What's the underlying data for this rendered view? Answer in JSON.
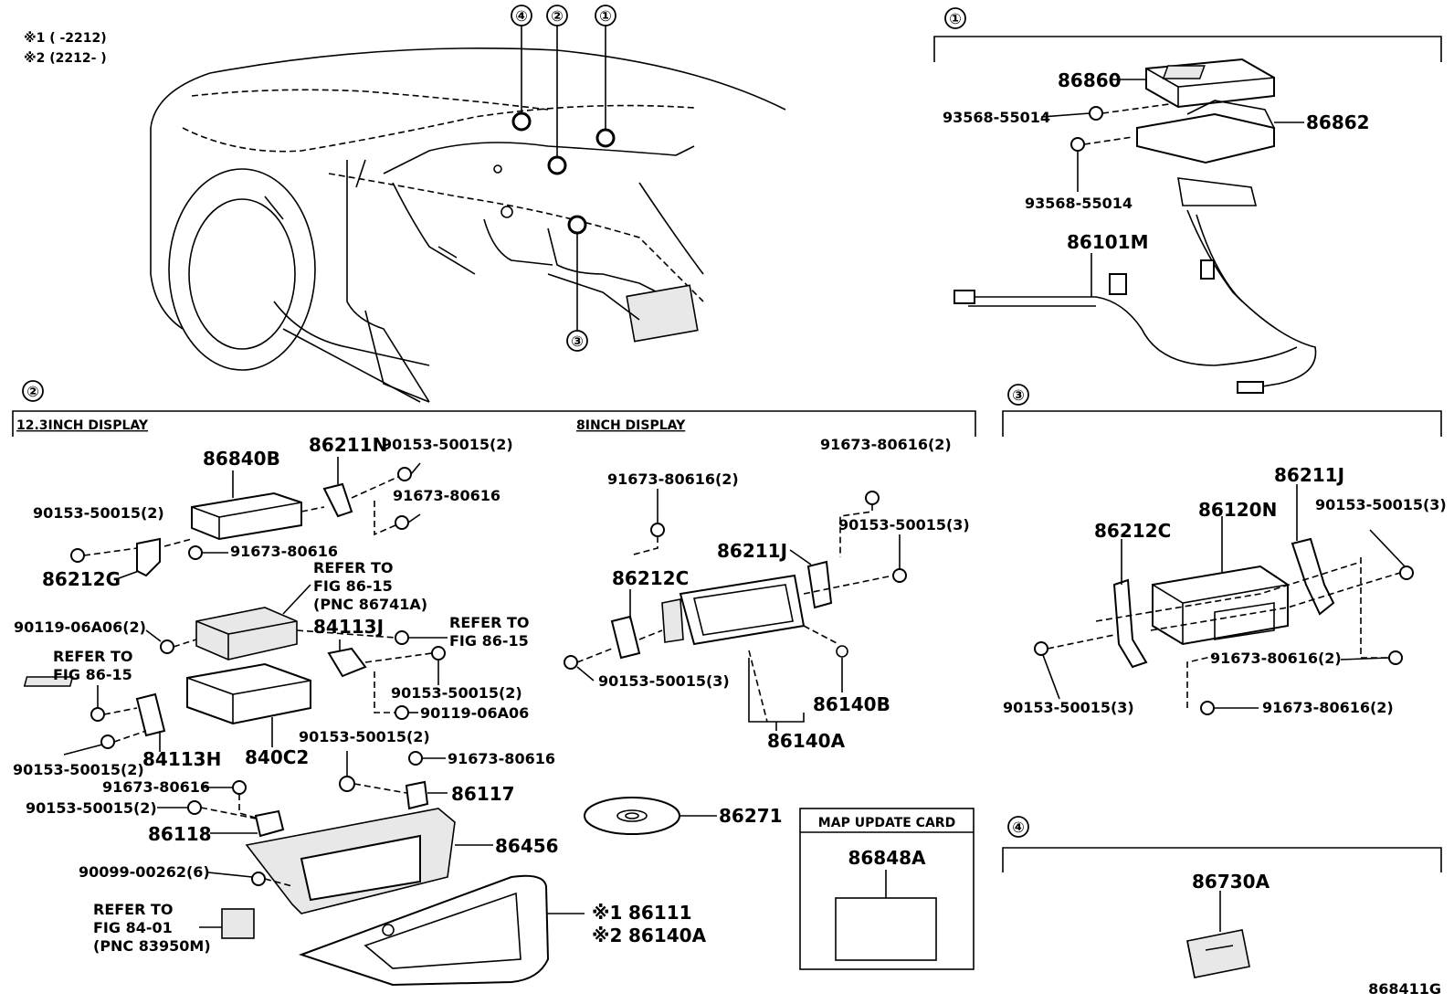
{
  "notes": {
    "n1": "※1 (      -2212)",
    "n2": "※2 (2212-      )"
  },
  "section_markers": {
    "s1": "①",
    "s2": "②",
    "s3": "③",
    "s4": "④"
  },
  "overview_markers": {
    "m4": "④",
    "m2": "②",
    "m1": "①",
    "m3": "③"
  },
  "subsection_titles": {
    "display_12": "12.3INCH DISPLAY",
    "display_8": "8INCH DISPLAY",
    "map_card": "MAP UPDATE CARD"
  },
  "parts_1": {
    "p86860": "86860",
    "p93568a": "93568-55014",
    "p86862": "86862",
    "p93568b": "93568-55014",
    "p86101M": "86101M"
  },
  "parts_2_left": {
    "p86840B": "86840B",
    "p86211N": "86211N",
    "p90153a": "90153-50015(2)",
    "p91673a": "91673-80616",
    "p90153b": "90153-50015(2)",
    "p91673b": "91673-80616",
    "p86212G": "86212G",
    "ref1": "REFER TO",
    "ref1b": "FIG 86-15",
    "ref1c": "(PNC 86741A)",
    "p90119a": "90119-06A06(2)",
    "p84113J": "84113J",
    "ref2": "REFER TO",
    "ref2b": "FIG 86-15",
    "ref3": "REFER TO",
    "ref3b": "FIG 86-15",
    "p90153c": "90153-50015(2)",
    "p90119b": "90119-06A06",
    "p90153d": "90153-50015(2)",
    "p84113H": "84113H",
    "p840C2": "840C2",
    "p90153e": "90153-50015(2)",
    "p91673c": "91673-80616",
    "p91673d": "91673-80616",
    "p86117": "86117",
    "p90153f": "90153-50015(2)",
    "p86118": "86118",
    "p86456": "86456",
    "p90099": "90099-00262(6)",
    "ref4": "REFER TO",
    "ref4b": "FIG 84-01",
    "ref4c": "(PNC 83950M)",
    "s1": "※1",
    "p86111": "86111",
    "s2": "※2",
    "p86140Aa": "86140A"
  },
  "parts_2_right": {
    "p91673e": "91673-80616(2)",
    "p91673f": "91673-80616(2)",
    "p90153g": "90153-50015(3)",
    "p86211J": "86211J",
    "p86212C": "86212C",
    "p90153h": "90153-50015(3)",
    "p86140B": "86140B",
    "p86140A": "86140A",
    "p86271": "86271",
    "p86848A": "86848A"
  },
  "parts_3": {
    "p86211J": "86211J",
    "p86120N": "86120N",
    "p90153a": "90153-50015(3)",
    "p86212C": "86212C",
    "p91673a": "91673-80616(2)",
    "p90153b": "90153-50015(3)",
    "p91673b": "91673-80616(2)"
  },
  "parts_4": {
    "p86730A": "86730A"
  },
  "figure_id": "868411G"
}
